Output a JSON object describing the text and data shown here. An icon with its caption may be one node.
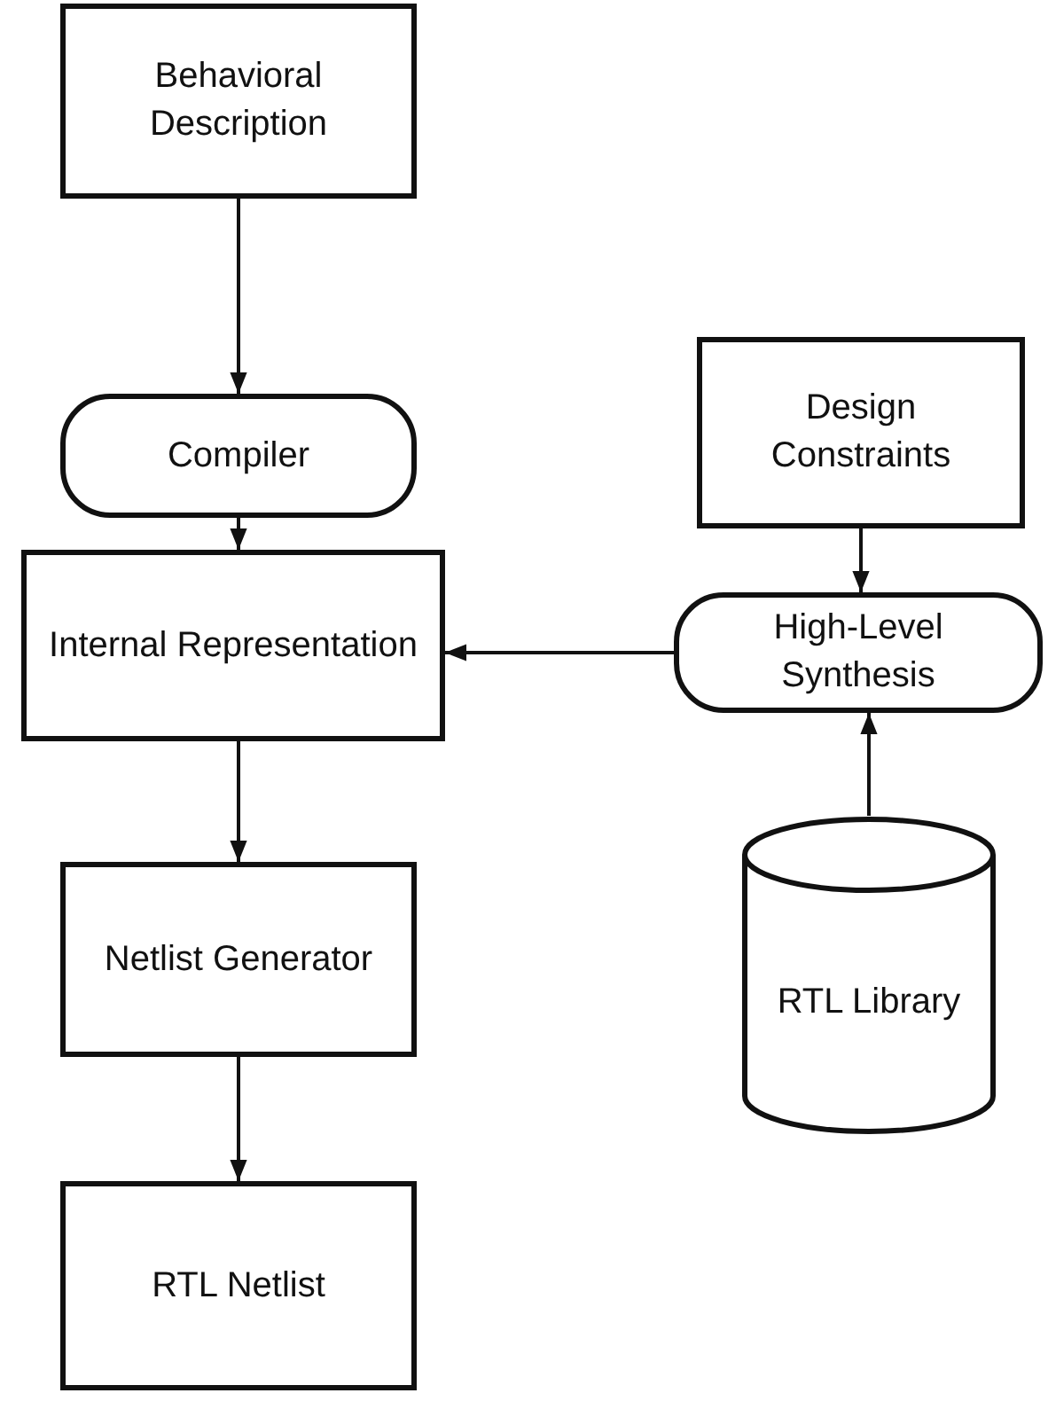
{
  "diagram": {
    "nodes": [
      {
        "text": [
          "Behavioral Description"
        ]
      },
      {
        "text": [
          "Compiler"
        ]
      },
      {
        "text": [
          "Internal Representation"
        ]
      },
      {
        "text": [
          "Netlist Generator"
        ]
      },
      {
        "text": [
          "RTL Netlist"
        ]
      },
      {
        "text": [
          "Design Constraints"
        ]
      },
      {
        "text": [
          "High-Level Synthesis"
        ]
      },
      {
        "text": [
          "RTL Library"
        ]
      }
    ],
    "edges": [
      {
        "from": 0,
        "to": 1,
        "arrow": "to"
      },
      {
        "from": 1,
        "to": 2,
        "arrow": "to"
      },
      {
        "from": 2,
        "to": 3,
        "arrow": "to"
      },
      {
        "from": 3,
        "to": 4,
        "arrow": "to"
      },
      {
        "from": 5,
        "to": 6,
        "arrow": "to"
      },
      {
        "from": 6,
        "to": 2,
        "arrow": "to"
      },
      {
        "from": 7,
        "to": 6,
        "arrow": "to"
      }
    ]
  }
}
